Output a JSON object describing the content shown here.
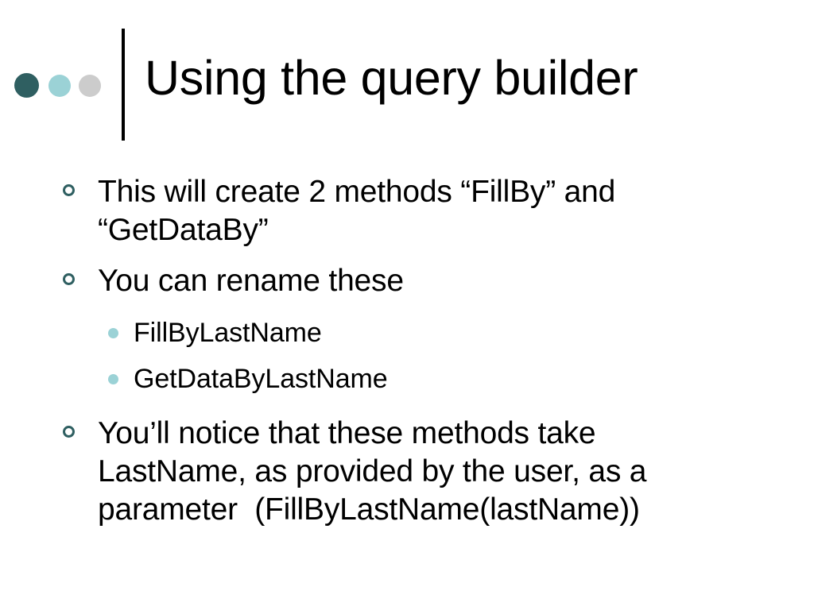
{
  "slide": {
    "background_color": "#ffffff",
    "title": "Using the query builder",
    "decoration": {
      "dot_colors": [
        "#2F5F61",
        "#9BD2D6",
        "#CCCCCC"
      ],
      "rule_color": "#000000"
    },
    "body": {
      "bullets": [
        {
          "level": 1,
          "marker": "hollow-ring",
          "marker_color": "#2F5F61",
          "text": "This will create 2 methods “FillBy” and “GetDataBy”"
        },
        {
          "level": 1,
          "marker": "hollow-ring",
          "marker_color": "#2F5F61",
          "text": "You can rename these"
        },
        {
          "level": 2,
          "marker": "solid-dot",
          "marker_color": "#9BD2D6",
          "text": "FillByLastName"
        },
        {
          "level": 2,
          "marker": "solid-dot",
          "marker_color": "#9BD2D6",
          "text": "GetDataByLastName"
        },
        {
          "level": 1,
          "marker": "hollow-ring",
          "marker_color": "#2F5F61",
          "text": "You’ll notice that these methods take LastName, as provided by the user, as a parameter  (FillByLastName(lastName))"
        }
      ]
    }
  }
}
